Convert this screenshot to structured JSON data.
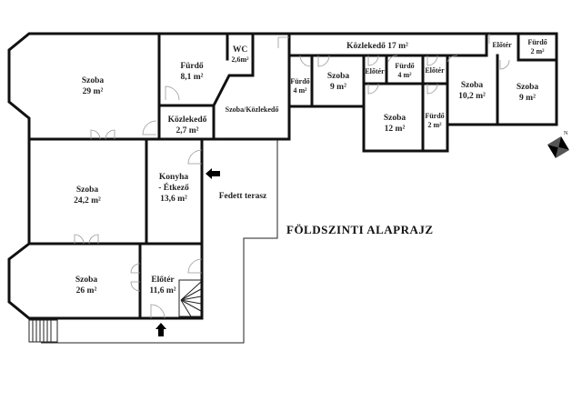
{
  "title": "FÖLDSZINTI ALAPRAJZ",
  "compass_label": "N",
  "rooms": {
    "szoba29": {
      "name": "Szoba",
      "area": "29 m²"
    },
    "furdo81": {
      "name": "Fürdő",
      "area": "8,1 m²"
    },
    "wc": {
      "name": "WC",
      "area": "2,6m²"
    },
    "kozl27": {
      "name": "Közlekedő",
      "area": "2,7 m²"
    },
    "szobakozl": {
      "name": "Szoba/Közlekedő"
    },
    "szoba242": {
      "name": "Szoba",
      "area": "24,2 m²"
    },
    "konyha": {
      "name": "Konyha",
      "name2": "- Étkező",
      "area": "13,6 m²"
    },
    "terasz": {
      "name": "Fedett terasz"
    },
    "szoba26": {
      "name": "Szoba",
      "area": "26 m²"
    },
    "eloter116": {
      "name": "Előtér",
      "area": "11,6 m²"
    },
    "kozl17": {
      "name": "Közlekedő 17 m²"
    },
    "furdo4a": {
      "name": "Fürdő",
      "area": "4 m²"
    },
    "szoba9a": {
      "name": "Szoba",
      "area": "9 m²"
    },
    "eloter_a": {
      "name": "Előtér"
    },
    "furdo4b": {
      "name": "Fürdő",
      "area": "4 m²"
    },
    "szoba12": {
      "name": "Szoba",
      "area": "12 m²"
    },
    "eloter_b": {
      "name": "Előtér"
    },
    "furdo2a": {
      "name": "Fürdő",
      "area": "2 m²"
    },
    "szoba102": {
      "name": "Szoba",
      "area": "10,2 m²"
    },
    "szoba9b": {
      "name": "Szoba",
      "area": "9 m²"
    },
    "eloter_c": {
      "name": "Előtér"
    },
    "furdo2b": {
      "name": "Fürdő",
      "area": "2 m²"
    }
  }
}
